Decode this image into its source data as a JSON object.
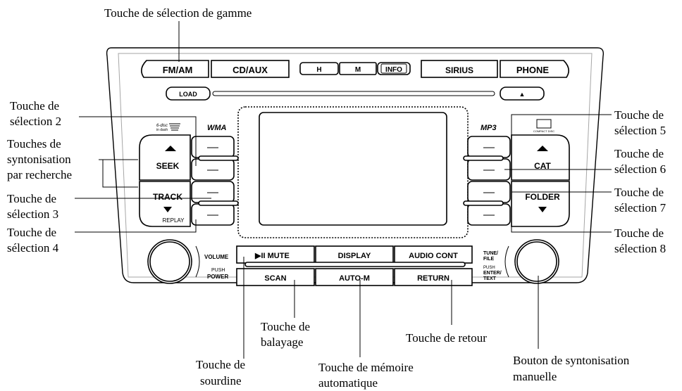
{
  "callouts": {
    "band_select": "Touche de sélection de gamme",
    "preset2": [
      "Touche de",
      "sélection 2"
    ],
    "seek": [
      "Touches de",
      "syntonisation",
      "par recherche"
    ],
    "preset3": [
      "Touche de",
      "sélection 3"
    ],
    "preset4": [
      "Touche de",
      "sélection 4"
    ],
    "preset5": [
      "Touche de",
      "sélection 5"
    ],
    "preset6": [
      "Touche de",
      "sélection 6"
    ],
    "preset7": [
      "Touche de",
      "sélection 7"
    ],
    "preset8": [
      "Touche de",
      "sélection 8"
    ],
    "scan": [
      "Touche de",
      "balayage"
    ],
    "return": "Touche de retour",
    "mute": [
      "Touche de",
      "sourdine"
    ],
    "auto_memory": [
      "Touche de mémoire",
      "automatique"
    ],
    "manual_tune": [
      "Bouton de syntonisation",
      "manuelle"
    ]
  },
  "buttons": {
    "fm_am": "FM/AM",
    "cd_aux": "CD/AUX",
    "h": "H",
    "m": "M",
    "info": "INFO",
    "sirius": "SIRIUS",
    "phone": "PHONE",
    "load": "LOAD",
    "eject": "▲",
    "seek": "SEEK",
    "track": "TRACK",
    "replay": "REPLAY",
    "cat": "CAT",
    "folder": "FOLDER",
    "wma": "WMA",
    "mp3": "MP3",
    "volume": "VOLUME",
    "push": "PUSH",
    "power": "POWER",
    "play_mute": "▶II  MUTE",
    "display": "DISPLAY",
    "audio_cont": "AUDIO CONT",
    "scan": "SCAN",
    "auto_m": "AUTO-M",
    "return": "RETURN",
    "tune_file": [
      "TUNE/",
      "FILE"
    ],
    "push_enter_text": [
      "PUSH",
      "ENTER/",
      "TEXT"
    ],
    "six_disc": [
      "6-disc",
      "in dash"
    ],
    "compact_disc": "COMPACT DISC"
  }
}
